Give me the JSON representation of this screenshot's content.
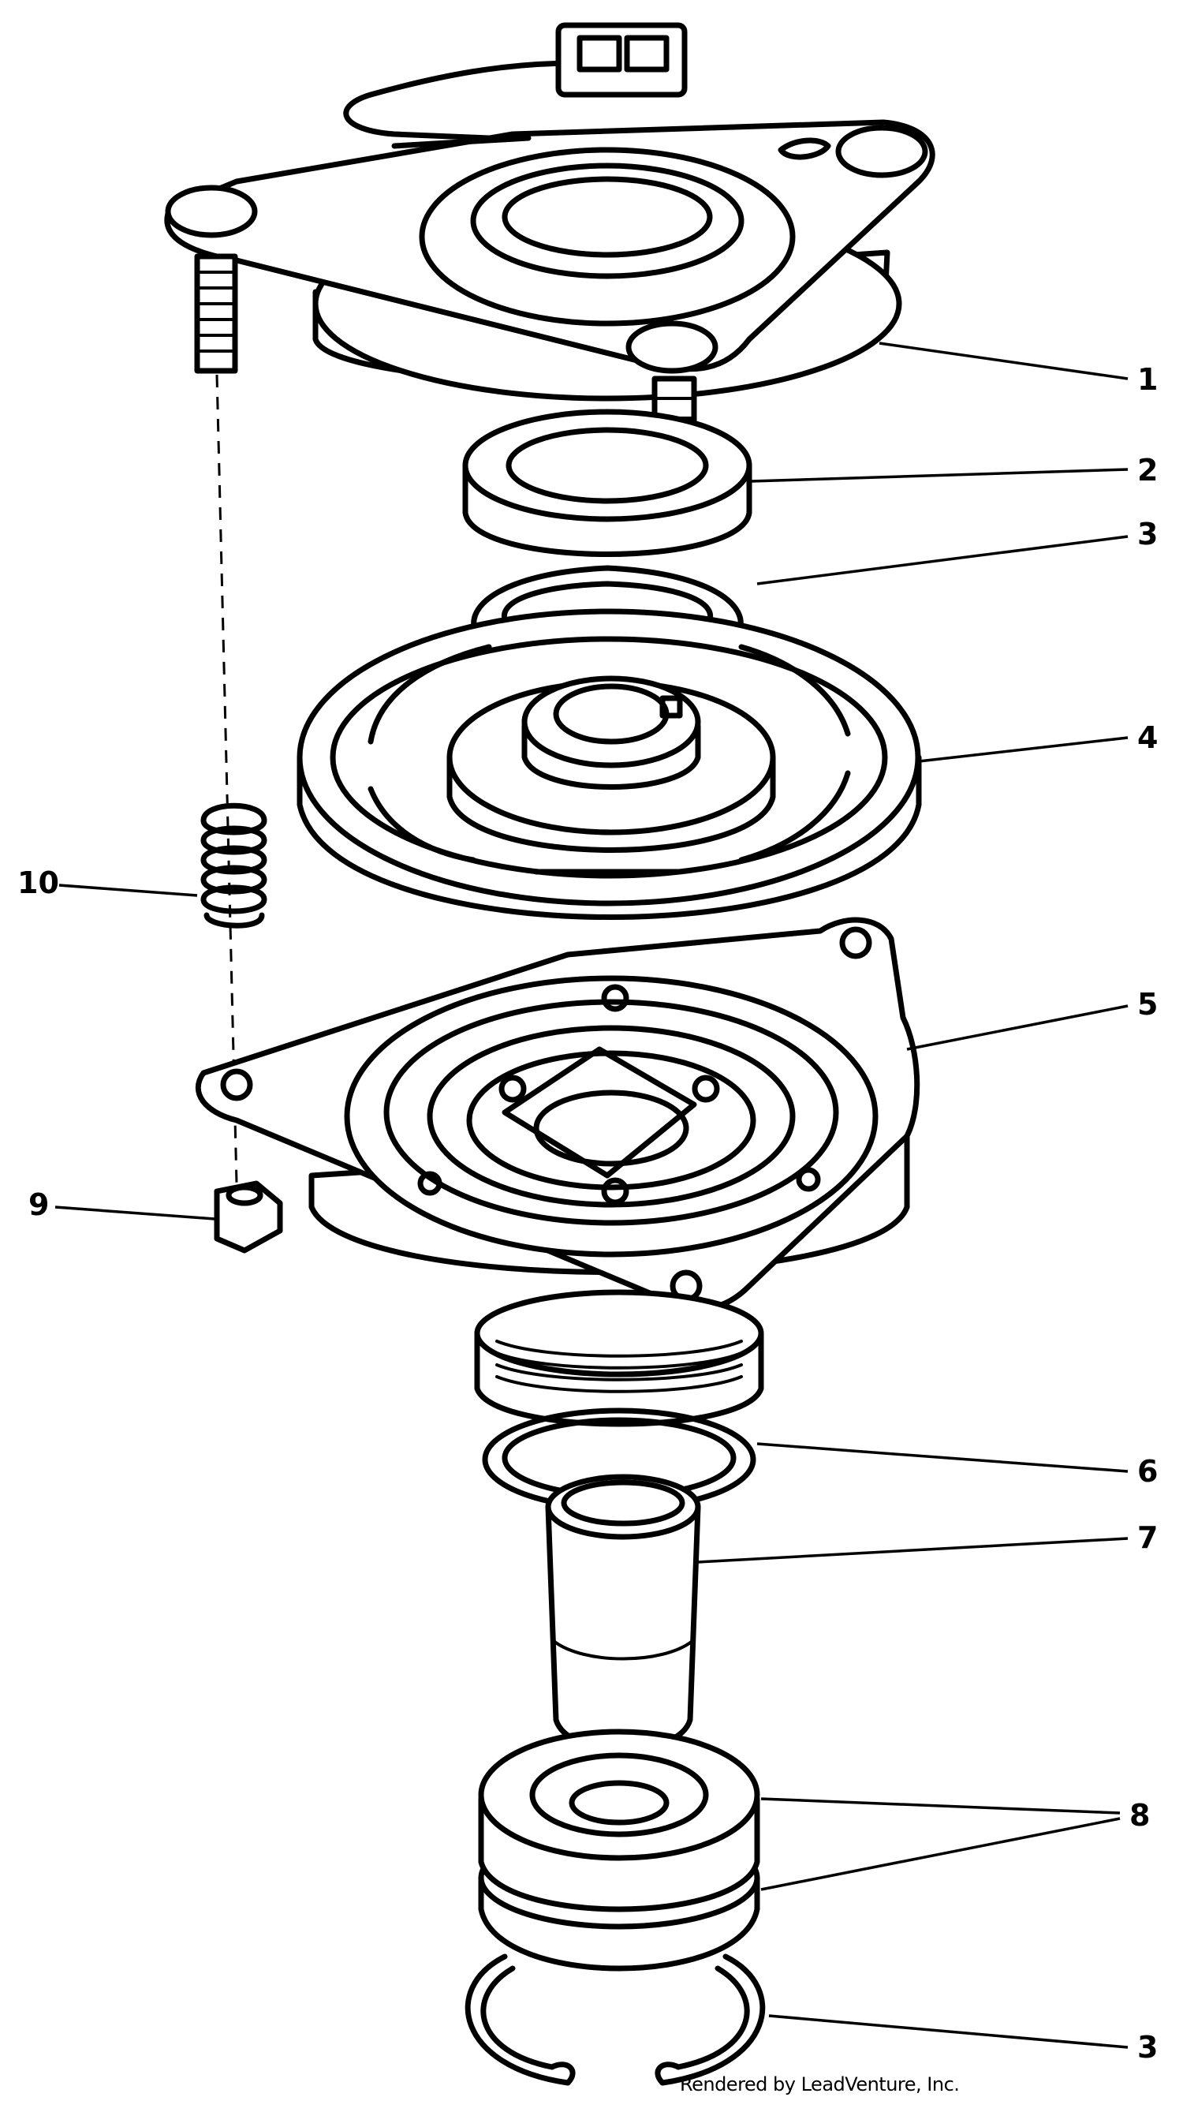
{
  "diagram": {
    "callouts": [
      {
        "id": "c1",
        "label": "1"
      },
      {
        "id": "c2",
        "label": "2"
      },
      {
        "id": "c3a",
        "label": "3"
      },
      {
        "id": "c4",
        "label": "4"
      },
      {
        "id": "c5",
        "label": "5"
      },
      {
        "id": "c6",
        "label": "6"
      },
      {
        "id": "c7",
        "label": "7"
      },
      {
        "id": "c8",
        "label": "8"
      },
      {
        "id": "c3b",
        "label": "3"
      },
      {
        "id": "c9",
        "label": "9"
      },
      {
        "id": "c10",
        "label": "10"
      }
    ],
    "credit": "Rendered by LeadVenture, Inc."
  }
}
